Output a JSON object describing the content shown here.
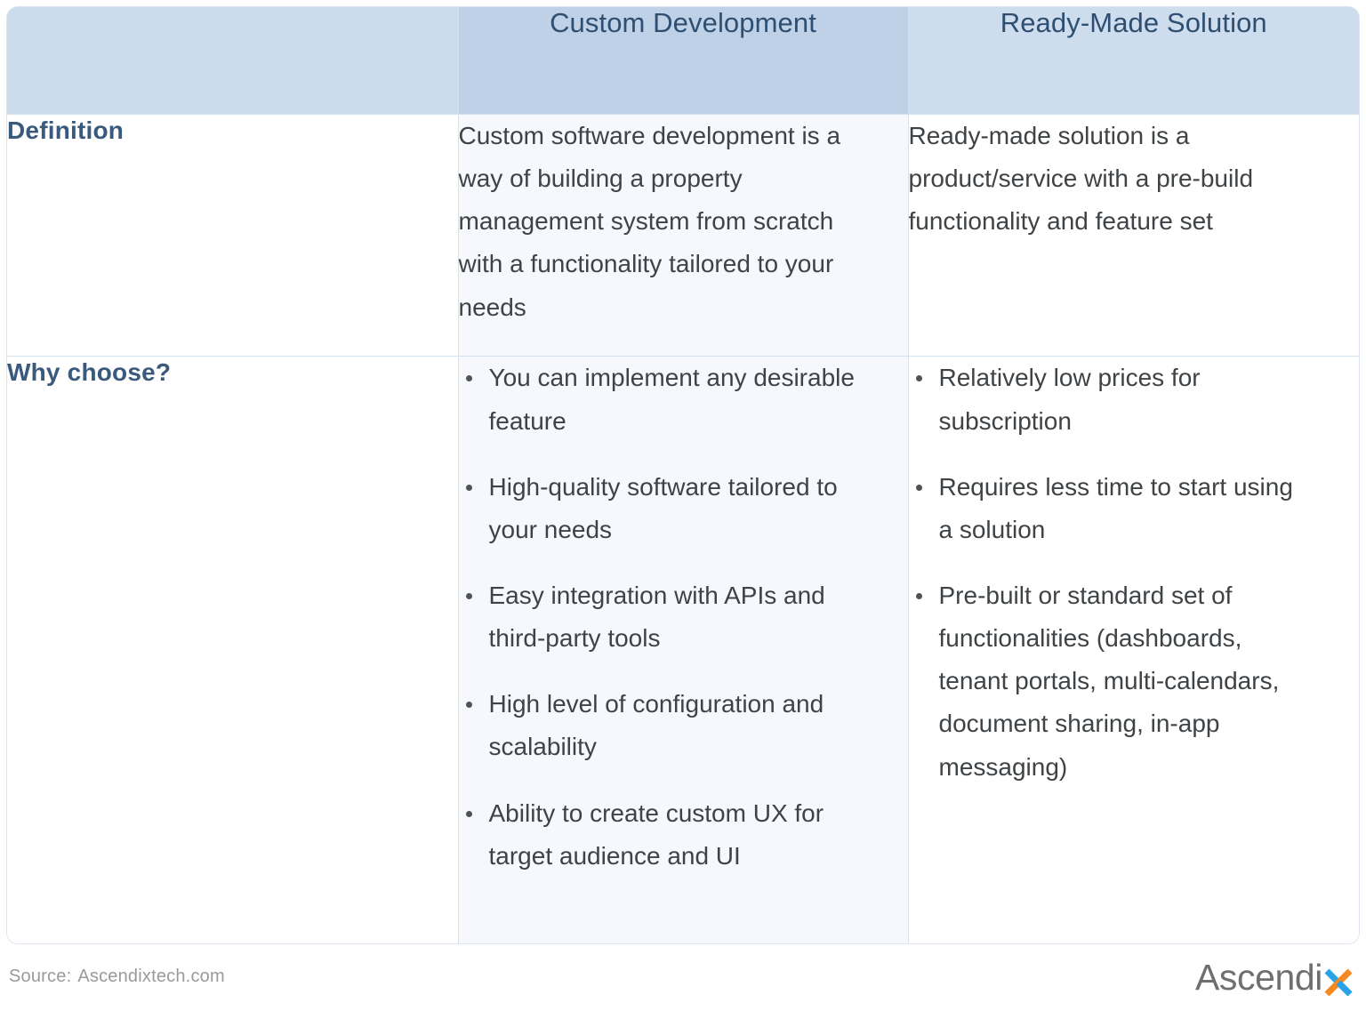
{
  "table": {
    "headers": {
      "label_column": "",
      "custom": "Custom Development",
      "ready": "Ready-Made Solution"
    },
    "rows": [
      {
        "title": "Definition",
        "custom_text": "Custom software development is a way of building a property management system from scratch with a functionality tailored to your needs",
        "ready_text": "Ready-made solution is a product/service with a pre-build functionality and feature set"
      },
      {
        "title": "Why choose?",
        "custom_bullets": [
          "You can implement any desirable feature",
          "High-quality software tailored to your needs",
          "Easy integration with APIs and third-party tools",
          "High level of configuration and scalability",
          "Ability to create custom UX for target audience and UI"
        ],
        "ready_bullets": [
          "Relatively low prices for subscription",
          "Requires less time to start using a solution",
          "Pre-built or standard set of functionalities (dashboards, tenant portals, multi-calendars, document sharing, in-app messaging)"
        ]
      }
    ]
  },
  "footer": {
    "source_label": "Source:",
    "source_value": "Ascendixtech.com",
    "logo_word": "Ascendi",
    "logo_x": "x"
  },
  "colors": {
    "header_blank_bg": "#ccdcec",
    "header_custom_bg": "#bfd1e6",
    "header_ready_bg": "#cedded",
    "header_text": "#2f4f72",
    "row_title": "#3a5a7d",
    "body_text": "#3f4346",
    "custom_cell_bg": "#f6f8fd",
    "border": "#d7e2f1",
    "source_text": "#9a9a9d",
    "logo_gray": "#6f6f6f",
    "logo_blue": "#29a3e8",
    "logo_orange": "#f5881f"
  }
}
